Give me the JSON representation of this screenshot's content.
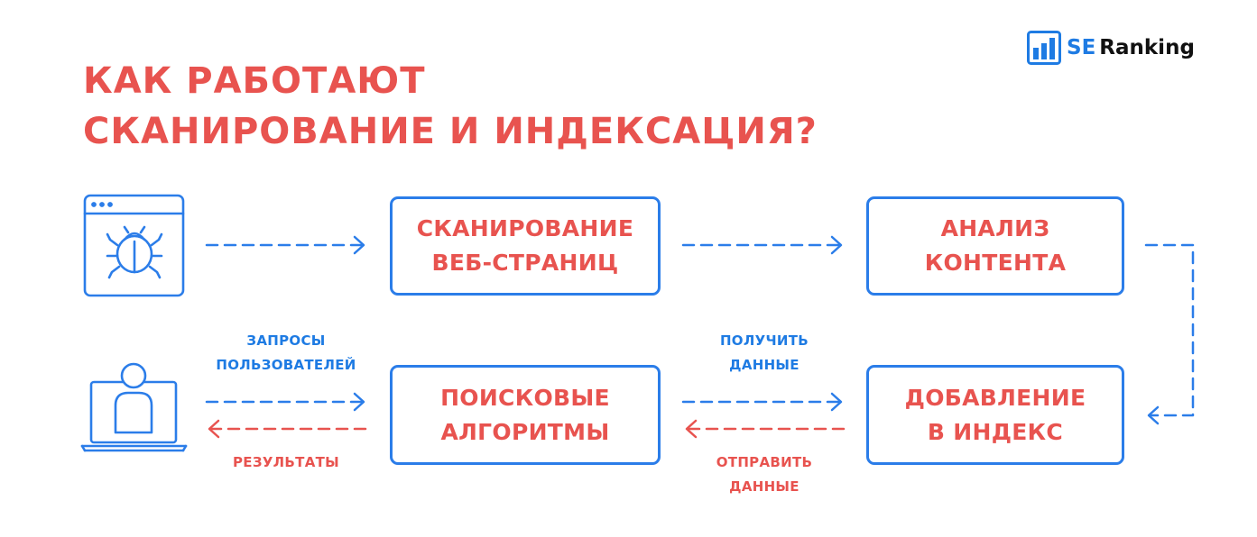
{
  "title": {
    "line1": "КАК РАБОТАЮТ",
    "line2": "СКАНИРОВАНИЕ И ИНДЕКСАЦИЯ?"
  },
  "logo": {
    "se": "SE",
    "ranking": "Ranking",
    "icon": "bar-chart-icon"
  },
  "boxes": {
    "crawling": "СКАНИРОВАНИЕ\nВЕБ-СТРАНИЦ",
    "analysis": "АНАЛИЗ\nКОНТЕНТА",
    "search_algorithms": "ПОИСКОВЫЕ\nАЛГОРИТМЫ",
    "add_to_index": "ДОБАВЛЕНИЕ\nВ ИНДЕКС"
  },
  "labels": {
    "user_queries": "ЗАПРОСЫ\nПОЛЬЗОВАТЕЛЕЙ",
    "results": "РЕЗУЛЬТАТЫ",
    "get_data": "ПОЛУЧИТЬ\nДАННЫЕ",
    "send_data": "ОТПРАВИТЬ\nДАННЫЕ"
  },
  "icons": {
    "crawler": "browser-bug-icon",
    "user": "laptop-user-icon"
  },
  "colors": {
    "accent_red": "#e8534f",
    "accent_blue": "#2b7de9"
  }
}
